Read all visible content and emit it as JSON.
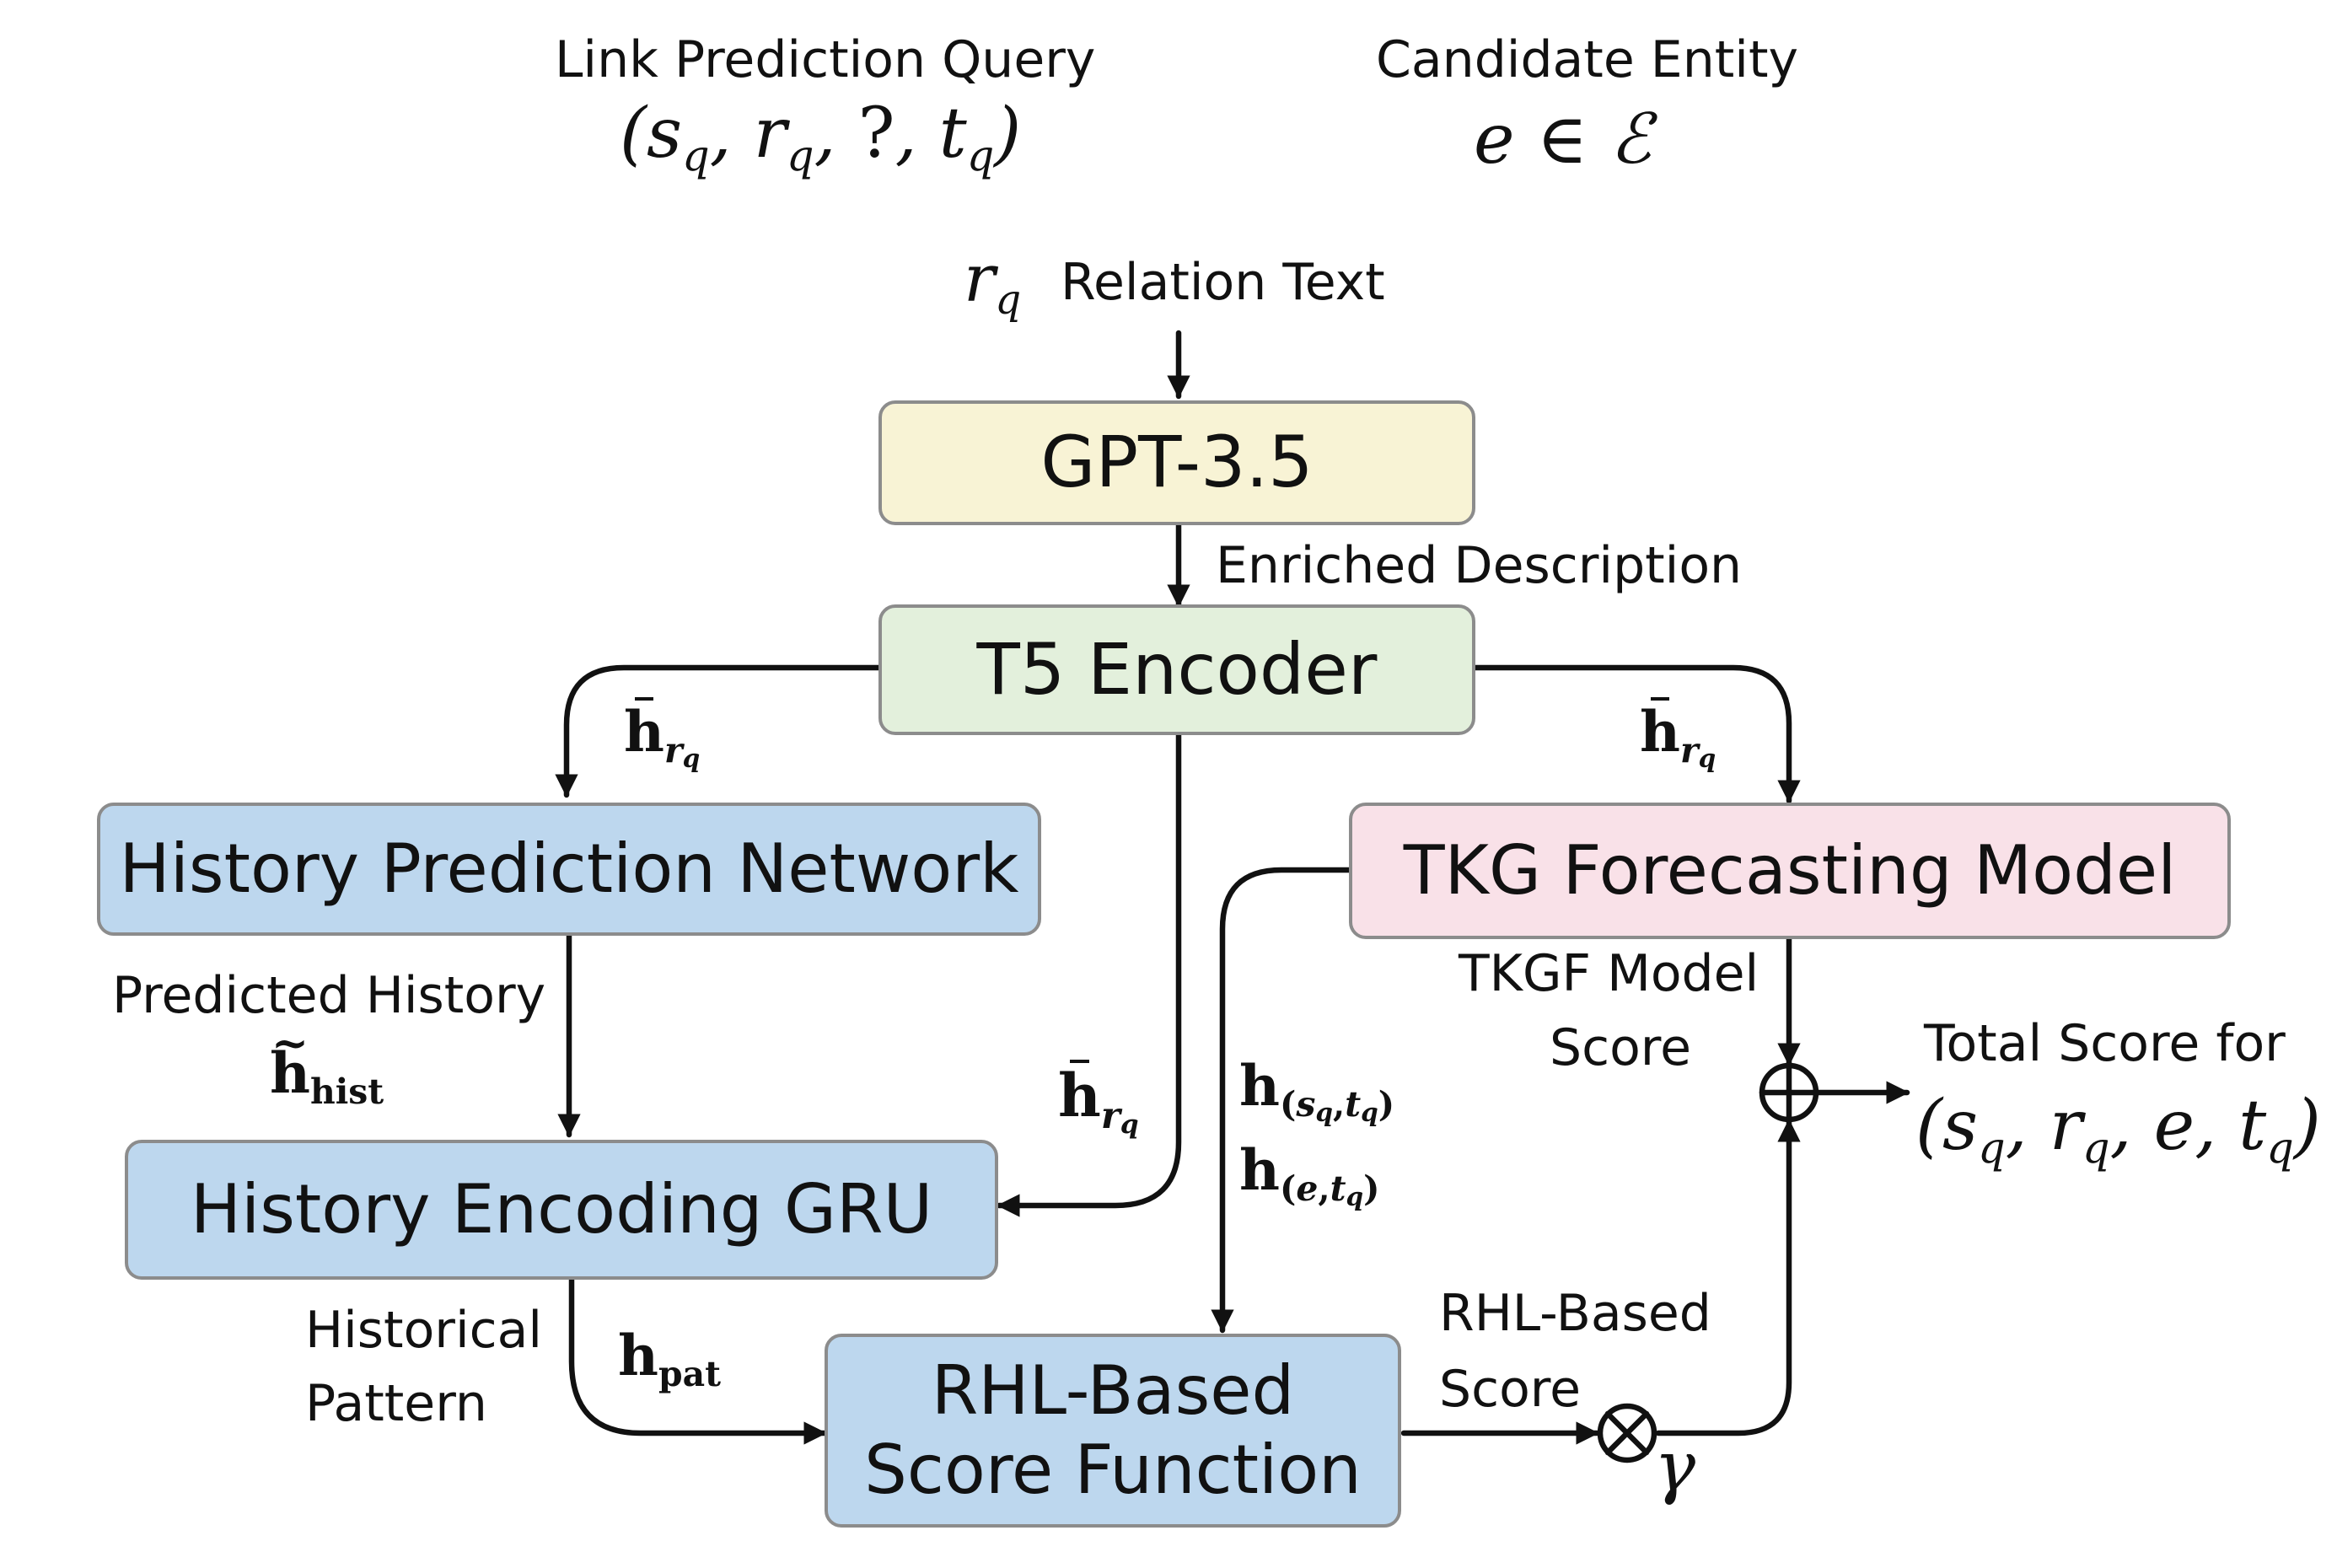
{
  "header": {
    "query_label": "Link Prediction Query",
    "query_math": "(s_q, r_q, ?, t_q)",
    "candidate_label": "Candidate Entity",
    "candidate_math": "e ∈ ℰ"
  },
  "input": {
    "relation_symbol": "r_q",
    "relation_label": "Relation Text"
  },
  "boxes": {
    "gpt": "GPT-3.5",
    "t5": "T5 Encoder",
    "hpn": "History Prediction Network",
    "tkg": "TKG Forecasting Model",
    "gru": "History Encoding GRU",
    "rhl_line1": "RHL-Based",
    "rhl_line2": "Score Function"
  },
  "labels": {
    "enriched": "Enriched Description",
    "h_rq": "h̄_{r_q}",
    "predicted_history": "Predicted History",
    "h_hist": "h̃_hist",
    "tkgf_line1": "TKGF Model",
    "tkgf_line2": "Score",
    "h_sq_tq": "h_(s_q,t_q)",
    "h_e_tq": "h_(e,t_q)",
    "historical_line1": "Historical",
    "historical_line2": "Pattern",
    "h_pat": "h_pat",
    "rhl_score_line1": "RHL-Based",
    "rhl_score_line2": "Score",
    "gamma": "γ",
    "total_line1": "Total Score for",
    "total_math": "(s_q, r_q, e, t_q)"
  },
  "operators": {
    "add": "⊕",
    "multiply": "⊗"
  },
  "colors": {
    "gpt_fill": "#f8f3d5",
    "t5_fill": "#e3f0dc",
    "blue_fill": "#bdd7ee",
    "tkg_fill": "#f9e1e8",
    "box_border": "#8c8c8c",
    "arrow": "#111111"
  }
}
